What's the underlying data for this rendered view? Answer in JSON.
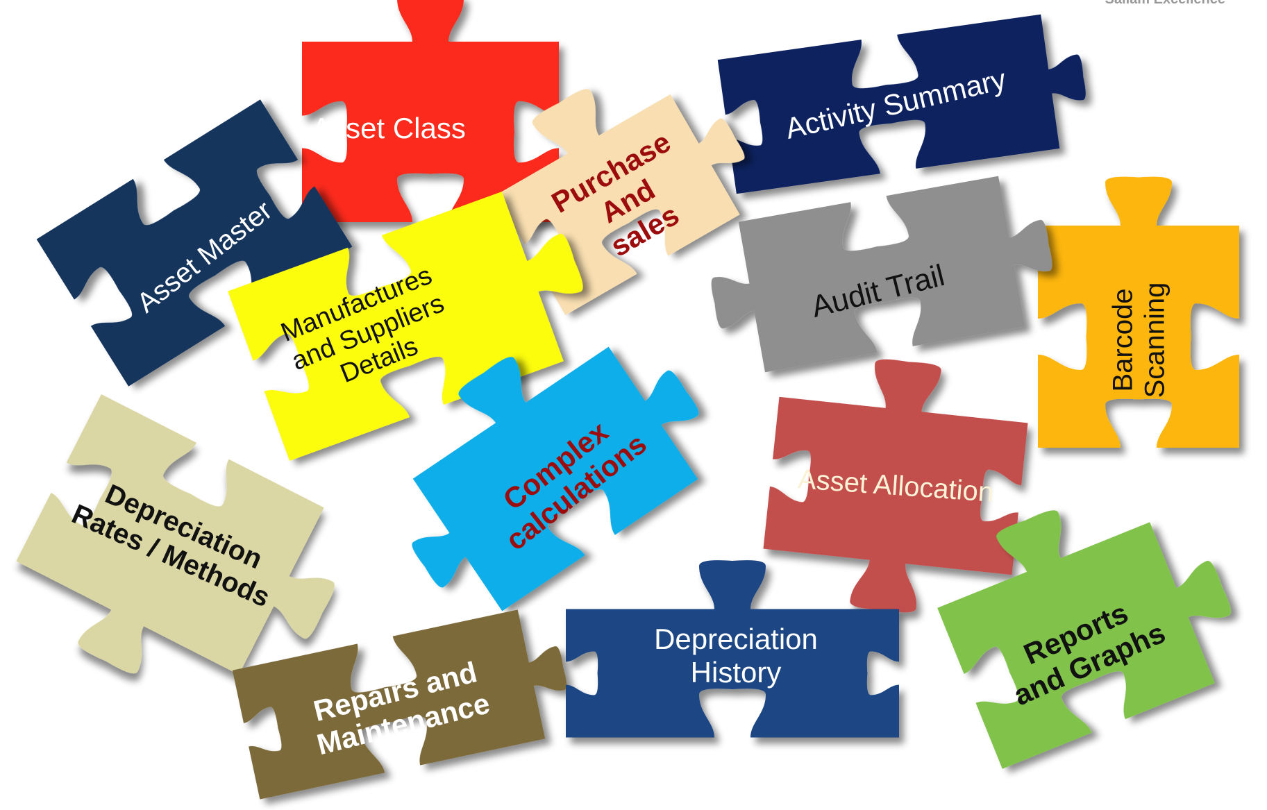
{
  "header": {
    "brand_text": "Sailam Excellence"
  },
  "pieces": [
    {
      "id": "asset-class",
      "lines": [
        "Asset Class"
      ],
      "fill": "#fb2b1b",
      "text_color": "#ffffff"
    },
    {
      "id": "activity-summary",
      "lines": [
        "Activity Summary"
      ],
      "fill": "#08205e",
      "text_color": "#ffffff"
    },
    {
      "id": "asset-master",
      "lines": [
        "Asset Master"
      ],
      "fill": "#19365d",
      "text_color": "#ffffff"
    },
    {
      "id": "purchase-and-sales",
      "lines": [
        "Purchase",
        "And",
        "sales"
      ],
      "fill": "#f8deb0",
      "text_color": "#9c0c0c"
    },
    {
      "id": "audit-trail",
      "lines": [
        "Audit Trail"
      ],
      "fill": "#8f8f8f",
      "text_color": "#111111"
    },
    {
      "id": "barcode-scanning",
      "lines": [
        "Barcode",
        "Scanning"
      ],
      "fill": "#fdb607",
      "text_color": "#111111"
    },
    {
      "id": "manufactures-suppliers",
      "lines": [
        "Manufactures",
        "and Suppliers",
        "Details"
      ],
      "fill": "#fcfc08",
      "text_color": "#111111"
    },
    {
      "id": "complex-calculations",
      "lines": [
        "Complex",
        "calculations"
      ],
      "fill": "#0aaee9",
      "text_color": "#9c0c0c"
    },
    {
      "id": "asset-allocation",
      "lines": [
        "Asset Allocation"
      ],
      "fill": "#c34f4e",
      "text_color": "#fbf3d7"
    },
    {
      "id": "depreciation-rates",
      "lines": [
        "Depreciation",
        "Rates / Methods"
      ],
      "fill": "#dbd7a4",
      "text_color": "#111111"
    },
    {
      "id": "repairs-maintenance",
      "lines": [
        "Repairs and",
        "Maintenance"
      ],
      "fill": "#7b6a3b",
      "text_color": "#ffffff"
    },
    {
      "id": "depreciation-history",
      "lines": [
        "Depreciation",
        "History"
      ],
      "fill": "#1c4684",
      "text_color": "#ffffff"
    },
    {
      "id": "reports-graphs",
      "lines": [
        "Reports",
        "and Graphs"
      ],
      "fill": "#81c24c",
      "text_color": "#111111"
    }
  ]
}
